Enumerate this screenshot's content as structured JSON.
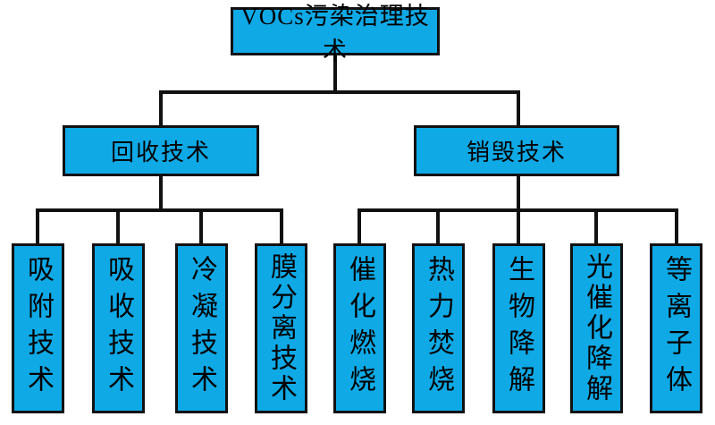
{
  "diagram": {
    "title": "VOCs污染治理技术",
    "branches": [
      {
        "label": "回收技术",
        "children": [
          "吸附技术",
          "吸收技术",
          "冷凝技术",
          "膜分离技术"
        ]
      },
      {
        "label": "销毁技术",
        "children": [
          "催化燃烧",
          "热力焚烧",
          "生物降解",
          "光催化降解",
          "等离子体"
        ]
      }
    ]
  },
  "colors": {
    "box_fill": "#0FA9E6",
    "box_border": "#111111",
    "line_color": "#111111",
    "text_color": "#000000",
    "background": "#FFFFFF"
  }
}
